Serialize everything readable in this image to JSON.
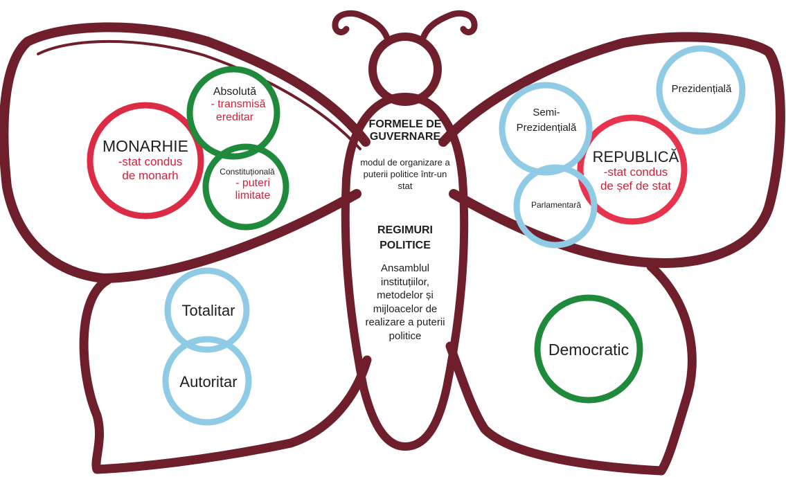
{
  "colors": {
    "outline": "#6e1f2b",
    "monarchy_circle": "#dc2c45",
    "monarchy_type_circle": "#1f8a3c",
    "republic_circle": "#e8334e",
    "republic_type_circle": "#8fcbe4",
    "regime_circle": "#8fcbe4",
    "democratic_circle": "#1f8a3c",
    "definition_text": "#d0213a"
  },
  "body": {
    "forms_title_line1": "FORMELE DE",
    "forms_title_line2": "GUVERNARE",
    "forms_def_line1": "modul de organizare a",
    "forms_def_line2": "puterii politice într-un",
    "forms_def_line3": "stat",
    "regimes_title_line1": "REGIMURI",
    "regimes_title_line2": "POLITICE",
    "regimes_def_line1": "Ansamblul",
    "regimes_def_line2": "instituțiilor,",
    "regimes_def_line3": "metodelor și",
    "regimes_def_line4": "mijloacelor de",
    "regimes_def_line5": "realizare a puterii",
    "regimes_def_line6": "politice"
  },
  "monarchy": {
    "title": "MONARHIE",
    "def_line1": "-stat condus",
    "def_line2": "de monarh",
    "absolute": {
      "label": "Absolută",
      "def_line1": "- transmisă",
      "def_line2": "ereditar"
    },
    "constitutional": {
      "label": "Constituțională",
      "def_line1": "- puteri",
      "def_line2": "limitate"
    }
  },
  "republic": {
    "title": "REPUBLICĂ",
    "def_line1": "-stat condus",
    "def_line2": "de șef de stat",
    "presidential": "Prezidențială",
    "semi_presidential_line1": "Semi-",
    "semi_presidential_line2": "Prezidențială",
    "parliamentary": "Parlamentară"
  },
  "regimes": {
    "totalitarian": "Totalitar",
    "authoritarian": "Autoritar",
    "democratic": "Democratic"
  }
}
